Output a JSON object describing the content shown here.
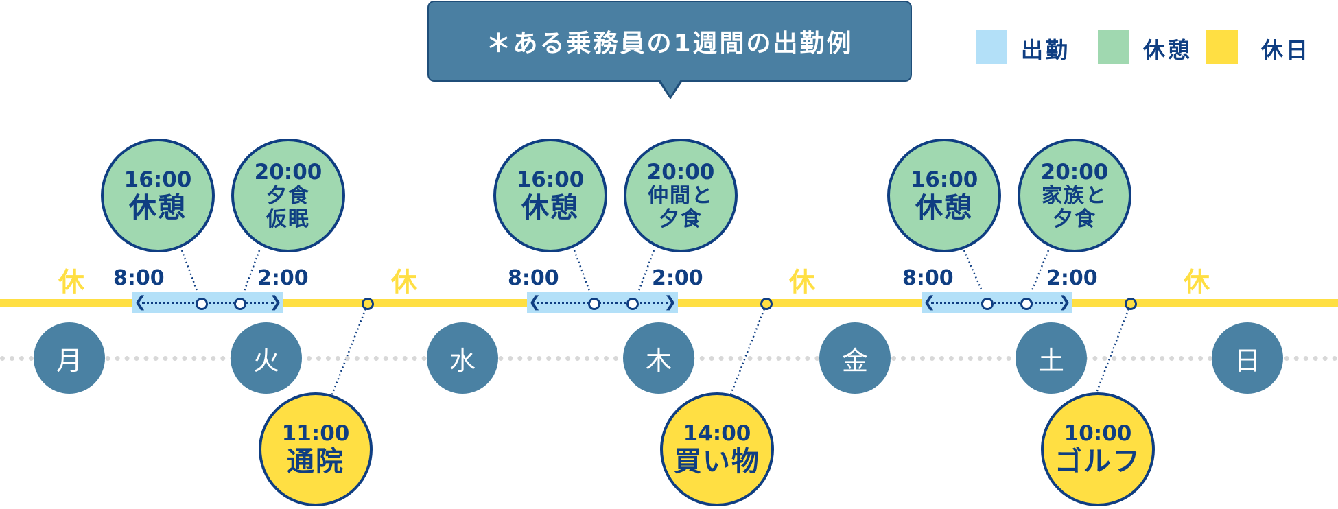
{
  "title": "＊ある乗務員の1週間の出勤例",
  "legend": [
    {
      "label": "出勤",
      "color": "#b3e0f8"
    },
    {
      "label": "休憩",
      "color": "#a0d8b0"
    },
    {
      "label": "休日",
      "color": "#ffdf43"
    }
  ],
  "rest_marker": "休",
  "days": [
    "月",
    "火",
    "水",
    "木",
    "金",
    "土",
    "日"
  ],
  "shifts": [
    {
      "start": "8:00",
      "end": "2:00",
      "events": [
        {
          "time": "16:00",
          "lines": [
            "休憩"
          ]
        },
        {
          "time": "20:00",
          "lines": [
            "夕食",
            "仮眠"
          ]
        }
      ],
      "off_event": {
        "time": "11:00",
        "lines": [
          "通院"
        ]
      }
    },
    {
      "start": "8:00",
      "end": "2:00",
      "events": [
        {
          "time": "16:00",
          "lines": [
            "休憩"
          ]
        },
        {
          "time": "20:00",
          "lines": [
            "仲間と",
            "夕食"
          ]
        }
      ],
      "off_event": {
        "time": "14:00",
        "lines": [
          "買い物"
        ]
      }
    },
    {
      "start": "8:00",
      "end": "2:00",
      "events": [
        {
          "time": "16:00",
          "lines": [
            "休憩"
          ]
        },
        {
          "time": "20:00",
          "lines": [
            "家族と",
            "夕食"
          ]
        }
      ],
      "off_event": {
        "time": "10:00",
        "lines": [
          "ゴルフ"
        ]
      }
    }
  ],
  "colors": {
    "work": "#b3e0f8",
    "break": "#a0d8b0",
    "holiday": "#ffdf43",
    "navy": "#0f3e82",
    "day_circle": "#4a81a3",
    "callout": "#4a7fa2"
  }
}
